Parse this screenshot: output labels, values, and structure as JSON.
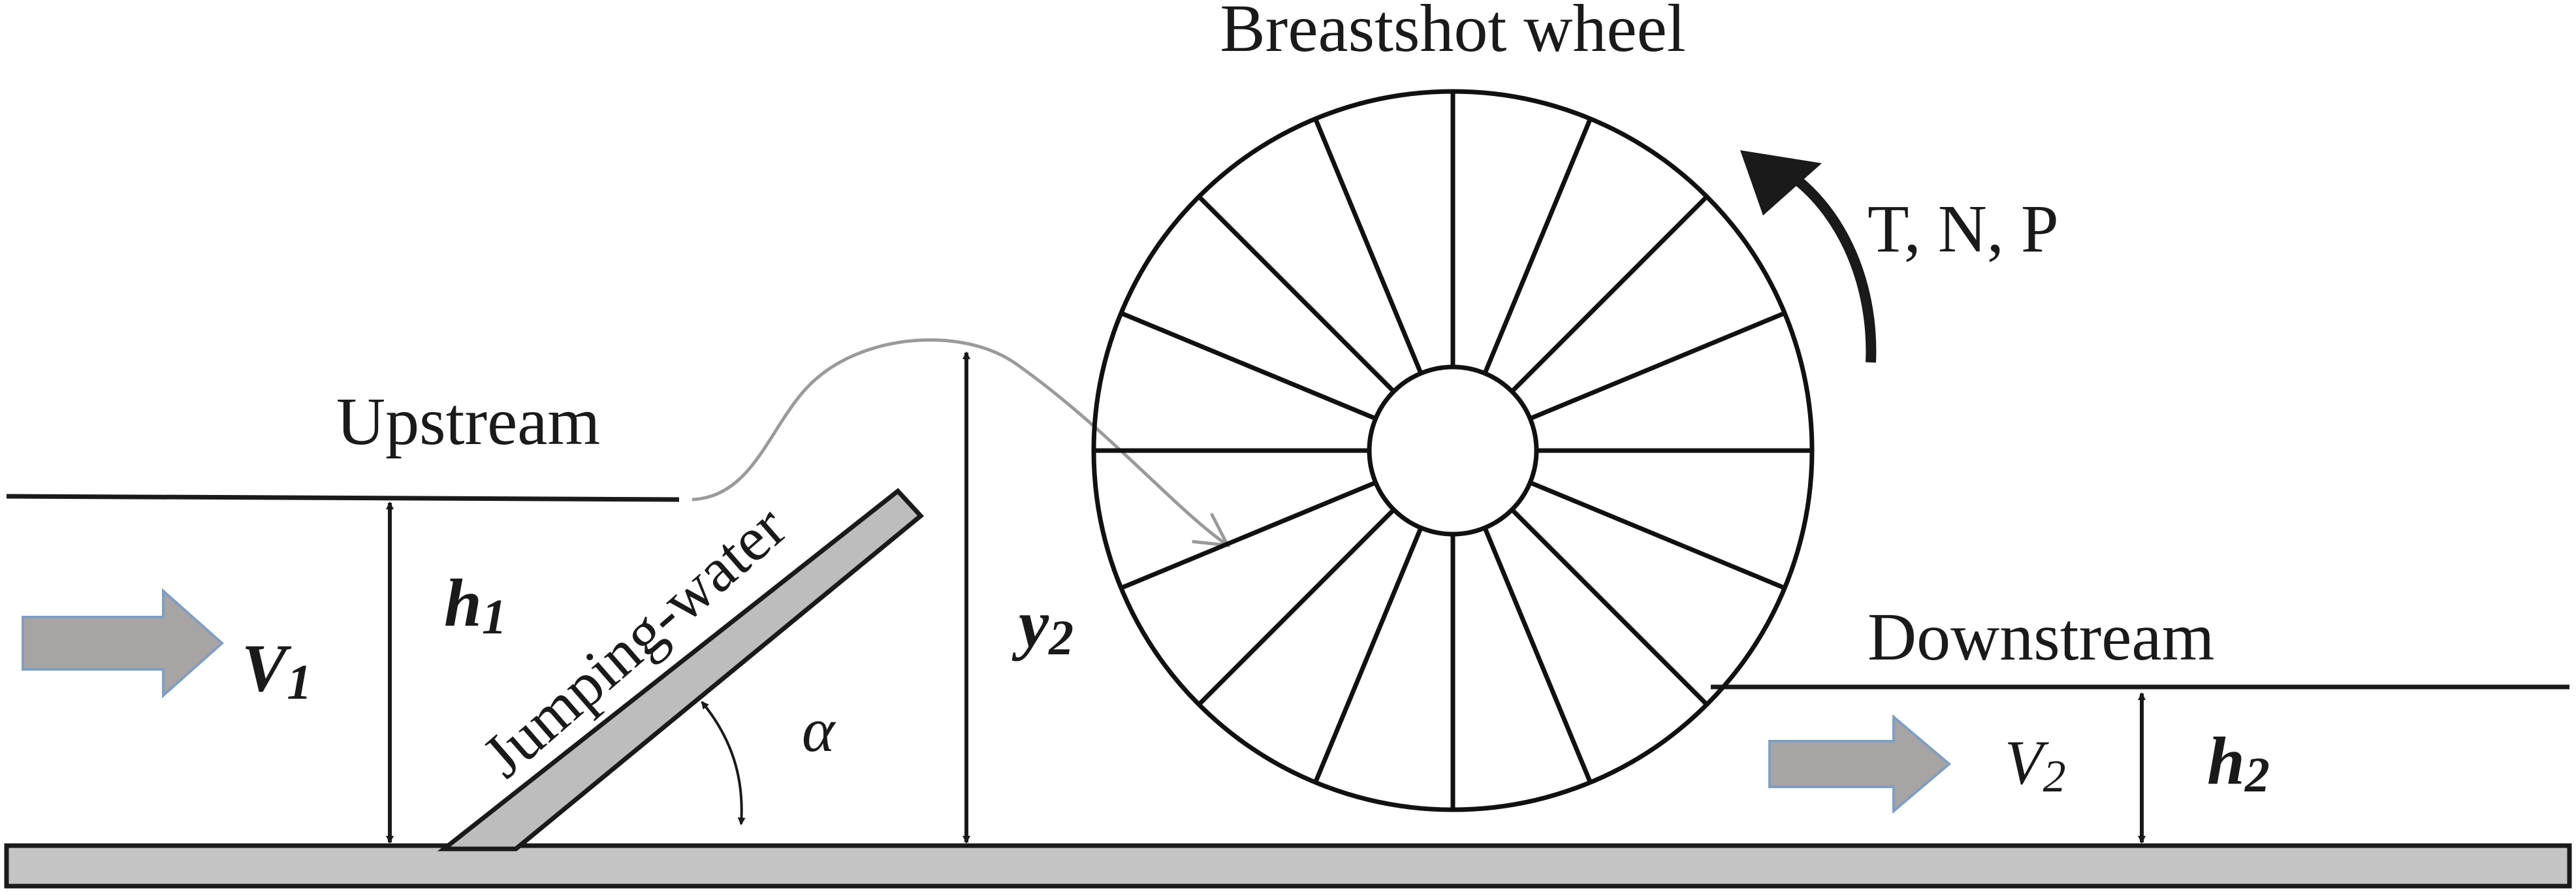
{
  "labels": {
    "wheel_title": "Breastshot wheel",
    "rotation": "T, N, P",
    "upstream": "Upstream",
    "downstream": "Downstream",
    "jumping_water": "Jumping-water",
    "v1_main": "V",
    "v1_sub": "1",
    "h1_main": "h",
    "h1_sub": "1",
    "y2_main": "y",
    "y2_sub": "2",
    "alpha": "α",
    "v2_main": "V",
    "v2_sub": "2",
    "h2_main": "h",
    "h2_sub": "2"
  },
  "colors": {
    "ink": "#1a1a1a",
    "ramp_fill": "#bdbdbd",
    "ground_fill": "#c4c4c4",
    "flow_arrow_fill": "#a8a4a4",
    "flow_arrow_edge": "#7f9fc3",
    "jet_curve": "#9a9a9a"
  },
  "wheel": {
    "spokes": 16
  },
  "icons": {
    "rotation_arrow": "curved-arrow-counterclockwise-icon",
    "inflow_arrow": "block-arrow-right-icon",
    "outflow_arrow": "block-arrow-right-icon"
  }
}
